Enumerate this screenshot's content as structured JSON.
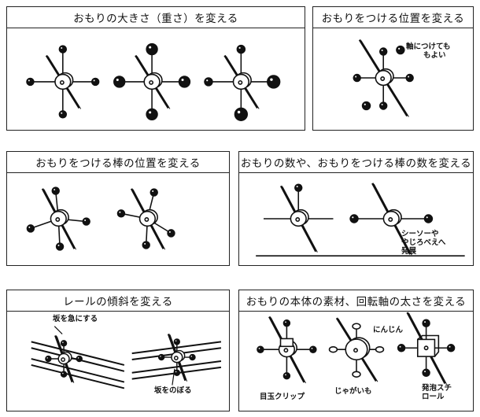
{
  "panels": {
    "size": {
      "title": "おもりの大きさ（重さ）を変える"
    },
    "position": {
      "title": "おもりをつける位置を変える",
      "note_line1": "軸につけても",
      "note_line2": "もよい"
    },
    "rod_position": {
      "title": "おもりをつける棒の位置を変える"
    },
    "count": {
      "title": "おもりの数や、おもりをつける棒の数を変える",
      "note_line1": "シーソーや",
      "note_line2": "やじろべえへ",
      "note_line3": "発展"
    },
    "incline": {
      "title": "レールの傾斜を変える",
      "note_top": "坂を急にする",
      "note_bottom": "坂をのぼる"
    },
    "material": {
      "title": "おもりの本体の素材、回転軸の太さを変える",
      "note_clip": "目玉クリップ",
      "note_carrot": "にんじん",
      "note_potato": "じゃがいも",
      "note_styro_line1": "発泡スチ",
      "note_styro_line2": "ロール"
    }
  }
}
